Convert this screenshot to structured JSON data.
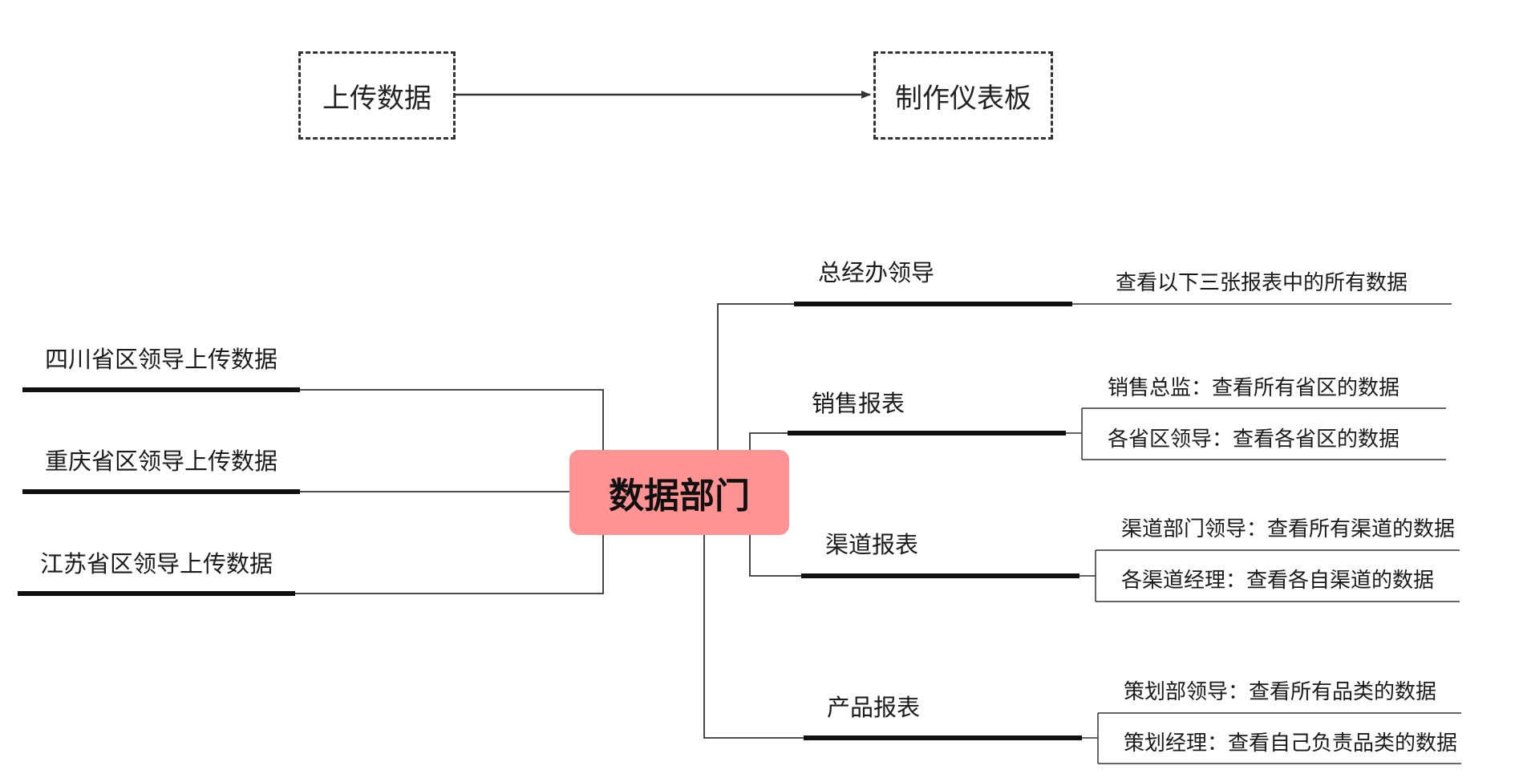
{
  "flow": {
    "start": "上传数据",
    "end": "制作仪表板"
  },
  "center": "数据部门",
  "sources": [
    "四川省区领导上传数据",
    "重庆省区领导上传数据",
    "江苏省区领导上传数据"
  ],
  "branches": [
    {
      "label": "总经办领导",
      "leaves": [
        "查看以下三张报表中的所有数据"
      ]
    },
    {
      "label": "销售报表",
      "leaves": [
        "销售总监：查看所有省区的数据",
        "各省区领导：查看各省区的数据"
      ]
    },
    {
      "label": "渠道报表",
      "leaves": [
        "渠道部门领导：查看所有渠道的数据",
        "各渠道经理：查看各自渠道的数据"
      ]
    },
    {
      "label": "产品报表",
      "leaves": [
        "策划部领导：查看所有品类的数据",
        "策划经理：查看自己负责品类的数据"
      ]
    }
  ]
}
